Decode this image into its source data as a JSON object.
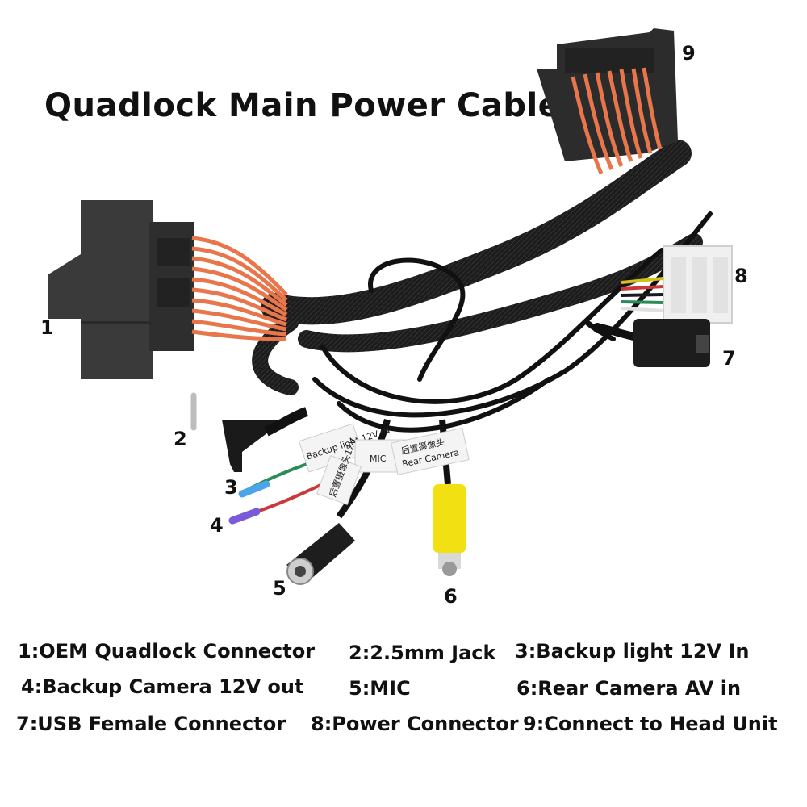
{
  "title": "Quadlock Main Power Cable",
  "callouts": [
    "1",
    "2",
    "3",
    "4",
    "5",
    "6",
    "7",
    "8",
    "9"
  ],
  "tags": {
    "mic": "MIC",
    "rear_camera_cn": "后置摄像头",
    "rear_camera_en": "Rear Camera",
    "backup_light": "Backup light 12V IN",
    "backup_camera": "后置摄像头12V"
  },
  "legend": [
    "1:OEM Quadlock Connector",
    "2:2.5mm Jack",
    "3:Backup light 12V In",
    "4:Backup Camera 12V out",
    "5:MIC",
    "6:Rear Camera AV in",
    "7:USB Female Connector",
    "8:Power Connector",
    "9:Connect to Head Unit"
  ],
  "colors": {
    "connector": "#3a3a3a",
    "wire_orange": "#e8764a",
    "sleeve": "#1c1c1c",
    "rca_yellow": "#f2e012",
    "plug_white": "#f0f0f0",
    "pin_blue": "#4aa6e8",
    "pin_purple": "#7a5ad8"
  }
}
